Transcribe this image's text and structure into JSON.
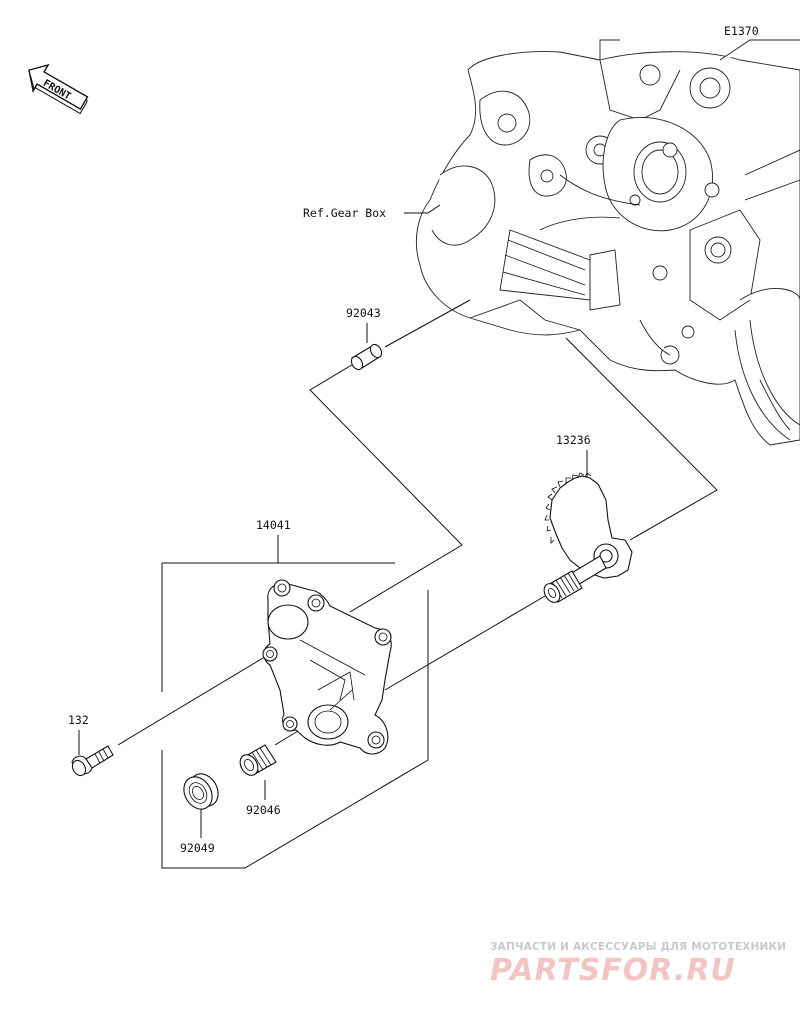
{
  "diagram_code": "E1370",
  "front_arrow": {
    "label": "FRONT",
    "icon": "front-direction-arrow-icon"
  },
  "reference": {
    "text": "Ref.Gear Box"
  },
  "parts": {
    "p92043": "92043",
    "p13236": "13236",
    "p14041": "14041",
    "p132": "132",
    "p92046": "92046",
    "p92049": "92049"
  },
  "watermark": {
    "caption": "ЗАПЧАСТИ И АКСЕССУАРЫ ДЛЯ МОТОТЕХНИКИ",
    "logo": "PARTSFOR.RU"
  },
  "colors": {
    "line": "#111111",
    "watermark_caption": "#c9c9c9",
    "watermark_logo": "#f3c4c4"
  }
}
